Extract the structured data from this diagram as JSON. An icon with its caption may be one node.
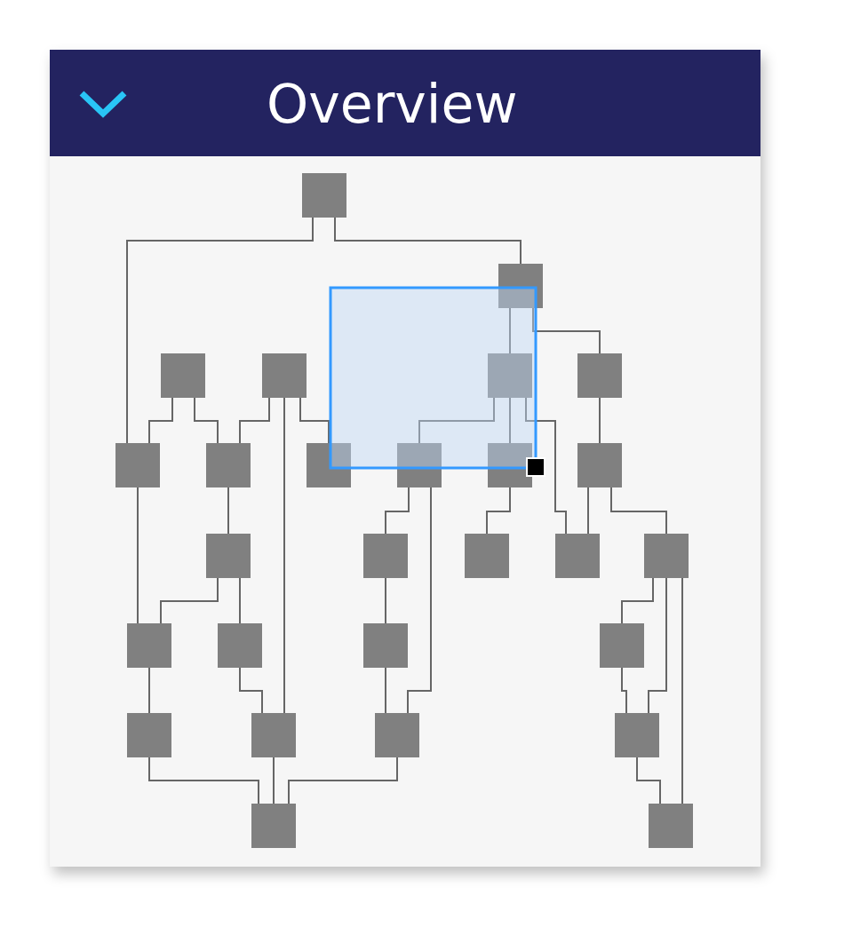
{
  "diagram": {
    "title": "Overview",
    "nodes": [
      {
        "text": [],
        "shape": "box"
      },
      {
        "text": [],
        "shape": "box"
      },
      {
        "text": [],
        "shape": "box"
      },
      {
        "text": [],
        "shape": "box"
      },
      {
        "text": [],
        "shape": "box"
      },
      {
        "text": [],
        "shape": "box"
      },
      {
        "text": [],
        "shape": "box"
      },
      {
        "text": [],
        "shape": "box"
      },
      {
        "text": [],
        "shape": "box"
      },
      {
        "text": [],
        "shape": "box"
      },
      {
        "text": [],
        "shape": "box"
      },
      {
        "text": [],
        "shape": "box"
      },
      {
        "text": [],
        "shape": "box"
      },
      {
        "text": [],
        "shape": "box"
      },
      {
        "text": [],
        "shape": "box"
      },
      {
        "text": [],
        "shape": "box"
      },
      {
        "text": [],
        "shape": "box"
      },
      {
        "text": [],
        "shape": "box"
      },
      {
        "text": [],
        "shape": "box"
      },
      {
        "text": [],
        "shape": "box"
      },
      {
        "text": [],
        "shape": "box"
      },
      {
        "text": [],
        "shape": "box"
      },
      {
        "text": [],
        "shape": "box"
      },
      {
        "text": [],
        "shape": "box"
      },
      {
        "text": [],
        "shape": "box"
      },
      {
        "text": [],
        "shape": "box"
      },
      {
        "text": [],
        "shape": "box"
      }
    ],
    "edges": [
      {
        "from": 0,
        "to": 6,
        "arrow": "none"
      },
      {
        "from": 0,
        "to": 1,
        "arrow": "none"
      },
      {
        "from": 2,
        "to": 6,
        "arrow": "none"
      },
      {
        "from": 2,
        "to": 7,
        "arrow": "none"
      },
      {
        "from": 3,
        "to": 7,
        "arrow": "none"
      },
      {
        "from": 3,
        "to": 22,
        "arrow": "none"
      },
      {
        "from": 3,
        "to": 8,
        "arrow": "none"
      },
      {
        "from": 1,
        "to": 4,
        "arrow": "none"
      },
      {
        "from": 1,
        "to": 5,
        "arrow": "none"
      },
      {
        "from": 4,
        "to": 9,
        "arrow": "none"
      },
      {
        "from": 4,
        "to": 10,
        "arrow": "none"
      },
      {
        "from": 4,
        "to": 15,
        "arrow": "none"
      },
      {
        "from": 5,
        "to": 11,
        "arrow": "none"
      },
      {
        "from": 6,
        "to": 17,
        "arrow": "none"
      },
      {
        "from": 7,
        "to": 12,
        "arrow": "none"
      },
      {
        "from": 9,
        "to": 13,
        "arrow": "none"
      },
      {
        "from": 9,
        "to": 23,
        "arrow": "none"
      },
      {
        "from": 10,
        "to": 14,
        "arrow": "none"
      },
      {
        "from": 11,
        "to": 15,
        "arrow": "none"
      },
      {
        "from": 11,
        "to": 16,
        "arrow": "none"
      },
      {
        "from": 12,
        "to": 17,
        "arrow": "none"
      },
      {
        "from": 12,
        "to": 18,
        "arrow": "none"
      },
      {
        "from": 13,
        "to": 19,
        "arrow": "none"
      },
      {
        "from": 16,
        "to": 20,
        "arrow": "none"
      },
      {
        "from": 16,
        "to": 24,
        "arrow": "none"
      },
      {
        "from": 16,
        "to": 26,
        "arrow": "none"
      },
      {
        "from": 17,
        "to": 21,
        "arrow": "none"
      },
      {
        "from": 18,
        "to": 22,
        "arrow": "none"
      },
      {
        "from": 19,
        "to": 23,
        "arrow": "none"
      },
      {
        "from": 20,
        "to": 24,
        "arrow": "none"
      },
      {
        "from": 21,
        "to": 25,
        "arrow": "none"
      },
      {
        "from": 22,
        "to": 25,
        "arrow": "none"
      },
      {
        "from": 23,
        "to": 25,
        "arrow": "none"
      },
      {
        "from": 24,
        "to": 26,
        "arrow": "none"
      }
    ]
  }
}
